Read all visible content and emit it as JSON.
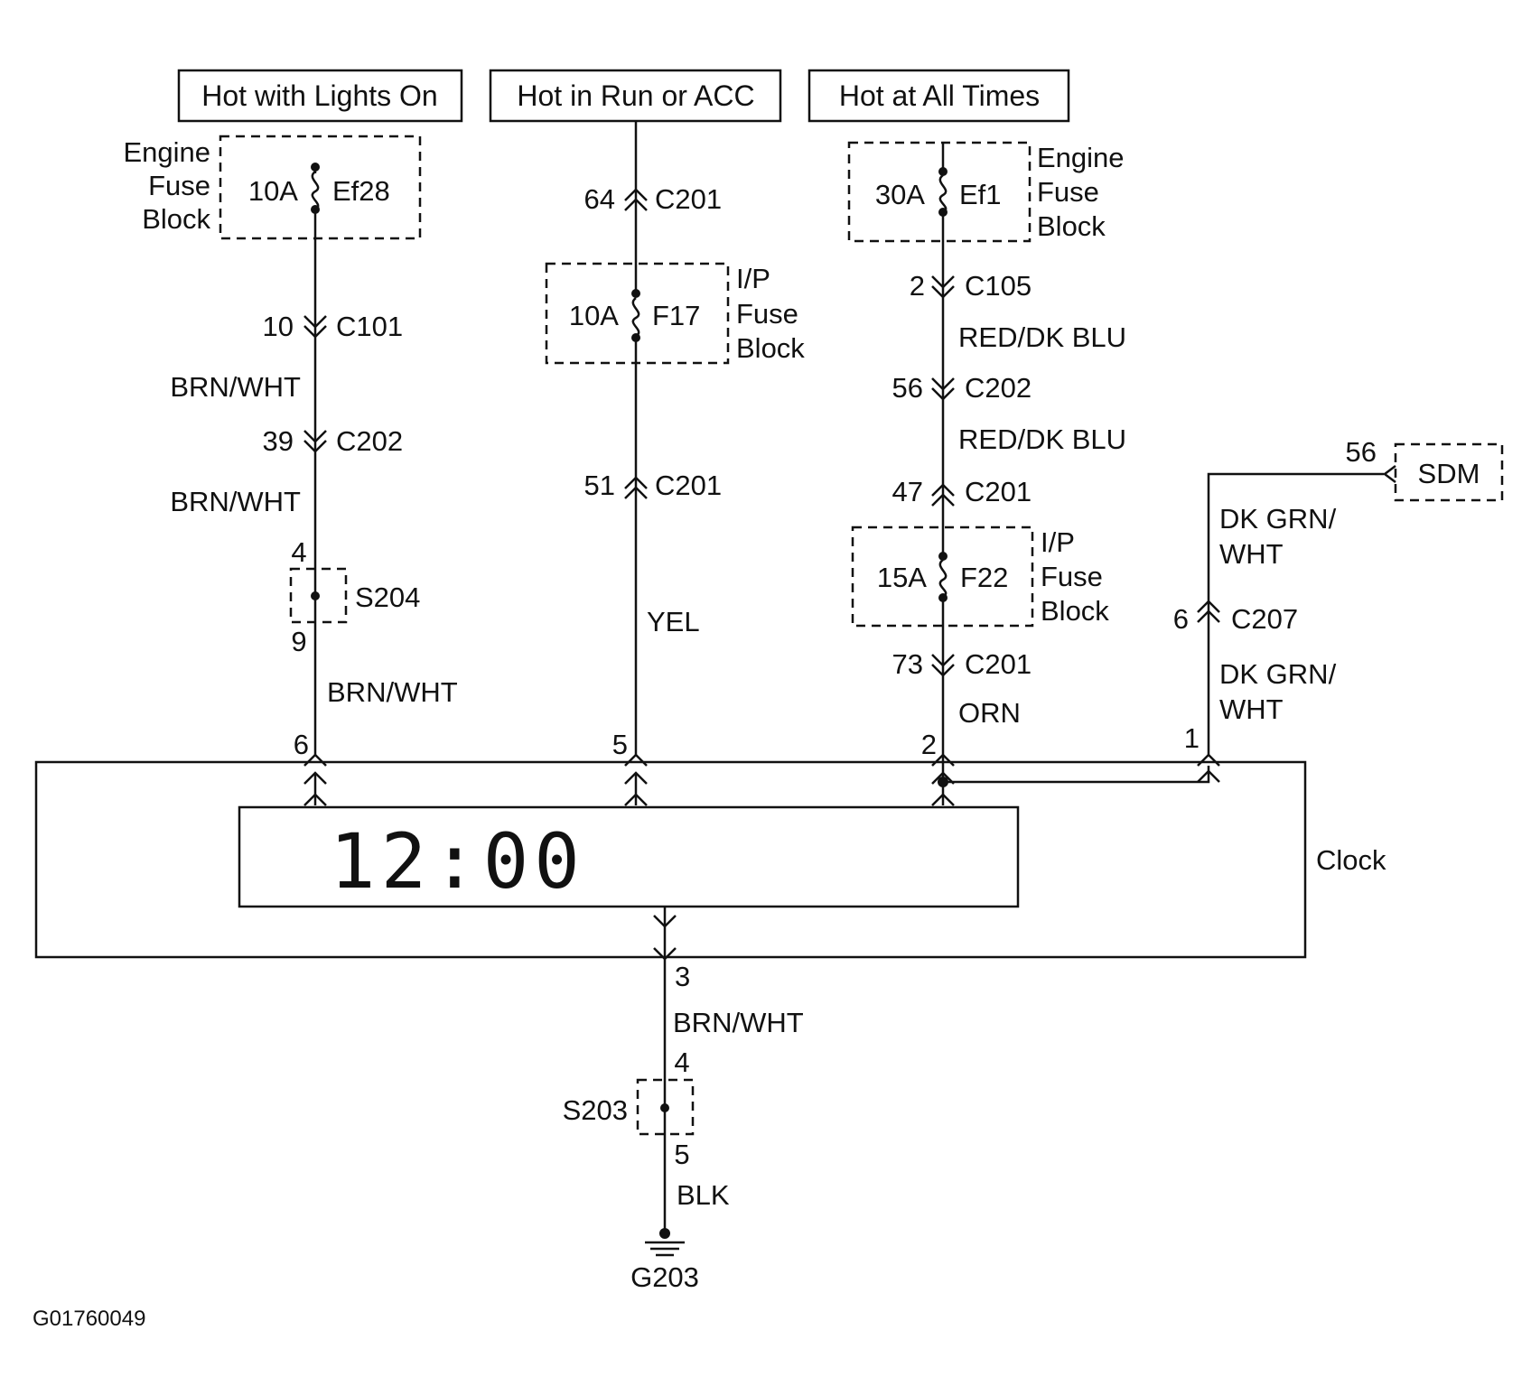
{
  "sources": {
    "lights": "Hot with Lights On",
    "run": "Hot in Run or ACC",
    "all": "Hot at All Times"
  },
  "fuses": {
    "ef28": {
      "rating": "10A",
      "id": "Ef28",
      "block": [
        "Engine",
        "Fuse",
        "Block"
      ]
    },
    "f17": {
      "rating": "10A",
      "id": "F17",
      "block": [
        "I/P",
        "Fuse",
        "Block"
      ]
    },
    "ef1": {
      "rating": "30A",
      "id": "Ef1",
      "block": [
        "Engine",
        "Fuse",
        "Block"
      ]
    },
    "f22": {
      "rating": "15A",
      "id": "F22",
      "block": [
        "I/P",
        "Fuse",
        "Block"
      ]
    }
  },
  "connectors": {
    "c101": {
      "pin": "10",
      "name": "C101"
    },
    "c202_left": {
      "pin": "39",
      "name": "C202"
    },
    "c201_top": {
      "pin": "64",
      "name": "C201"
    },
    "c201_mid": {
      "pin": "51",
      "name": "C201"
    },
    "c105": {
      "pin": "2",
      "name": "C105"
    },
    "c202_right": {
      "pin": "56",
      "name": "C202"
    },
    "c201_right": {
      "pin": "47",
      "name": "C201"
    },
    "c201_low": {
      "pin": "73",
      "name": "C201"
    },
    "c207": {
      "pin": "6",
      "name": "C207"
    }
  },
  "splices": {
    "s204": {
      "name": "S204",
      "pin_in": "4",
      "pin_out": "9"
    },
    "s203": {
      "name": "S203",
      "pin_in": "4",
      "pin_out": "5"
    }
  },
  "wires": {
    "lights_1": "BRN/WHT",
    "lights_2": "BRN/WHT",
    "lights_3": "BRN/WHT",
    "run": "YEL",
    "all_1": "RED/DK BLU",
    "all_2": "RED/DK BLU",
    "all_3": "ORN",
    "sdm_1": [
      "DK GRN/",
      "WHT"
    ],
    "sdm_2": [
      "DK GRN/",
      "WHT"
    ],
    "ground_1": "BRN/WHT",
    "ground_2": "BLK"
  },
  "sdm": {
    "label": "SDM",
    "pin": "56"
  },
  "clock": {
    "label": "Clock",
    "display": "12:00",
    "pins": {
      "lights": "6",
      "run": "5",
      "all": "2",
      "sdm": "1",
      "ground": "3"
    }
  },
  "ground": "G203",
  "figure_id": "G01760049"
}
